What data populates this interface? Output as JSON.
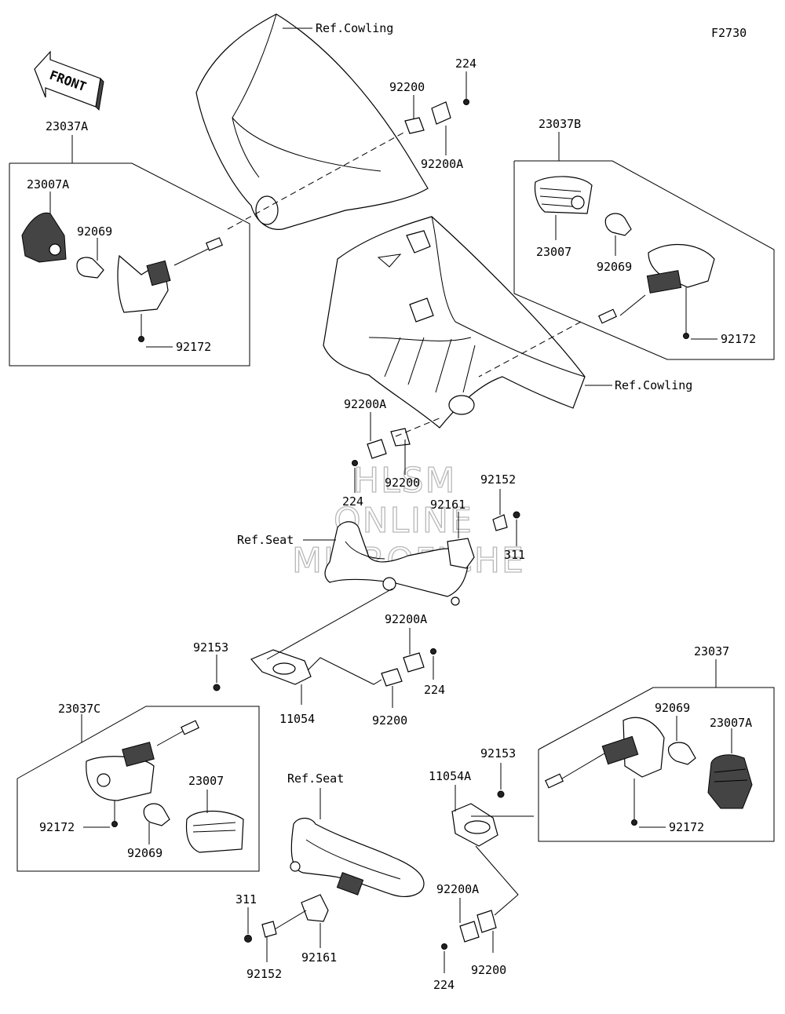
{
  "figure_code": "F2730",
  "direction_label": "FRONT",
  "watermark": [
    "HLSM",
    "ONLINE",
    "MICROFICHE"
  ],
  "ref_labels": {
    "cowling_top": "Ref.Cowling",
    "cowling_mid": "Ref.Cowling",
    "seat_mid": "Ref.Seat",
    "seat_bottom": "Ref.Seat"
  },
  "assemblies": {
    "a": {
      "label": "23037A",
      "parts": [
        "23007A",
        "92069",
        "92172"
      ]
    },
    "b": {
      "label": "23037B",
      "parts": [
        "23007",
        "92069",
        "92172"
      ]
    },
    "c": {
      "label": "23037C",
      "parts": [
        "23007",
        "92069",
        "92172"
      ]
    },
    "d": {
      "label": "23037",
      "parts": [
        "92069",
        "23007A",
        "92172"
      ]
    }
  },
  "upper_parts": [
    "92200",
    "224",
    "92200A",
    "92200A",
    "92200",
    "224"
  ],
  "mid_parts": [
    "92152",
    "92161",
    "311",
    "92200A",
    "92153",
    "11054",
    "224",
    "92200"
  ],
  "lower_parts": [
    "92153",
    "11054A",
    "92200A",
    "311",
    "92152",
    "92161",
    "224",
    "92200"
  ]
}
